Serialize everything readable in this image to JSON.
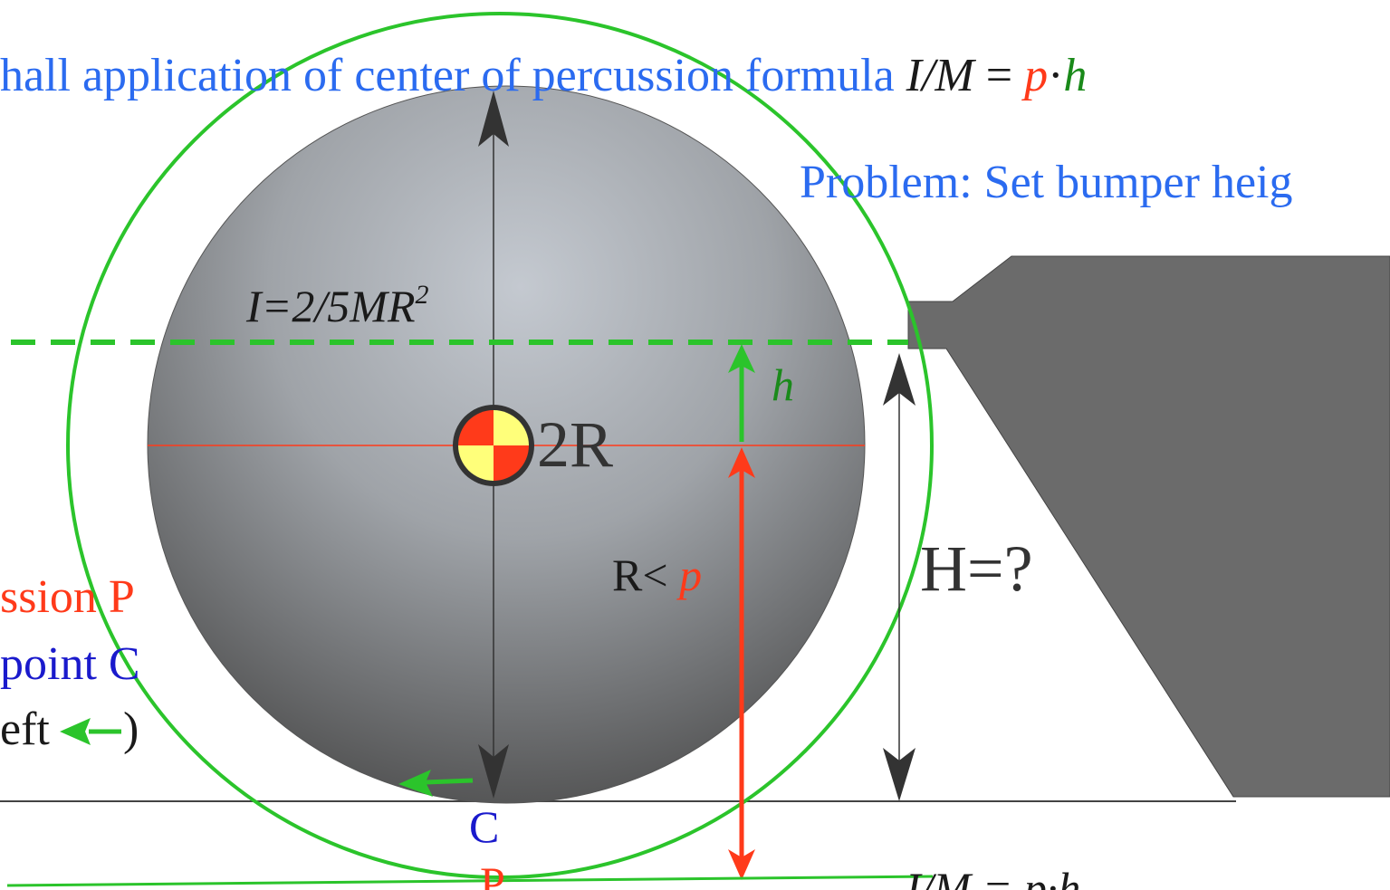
{
  "title": {
    "prefix": "hall application of center of percussion formula ",
    "I_over_M": "I/M",
    "equals": " = ",
    "p": "p",
    "dot": "·",
    "h": "h"
  },
  "problem": "Problem: Set bumper heig",
  "inertia": {
    "I": "I",
    "rest": "=2/5MR",
    "sup": "2"
  },
  "labels": {
    "h": "h",
    "two_r": "2R",
    "r_lt": "R< ",
    "p": "p",
    "H": "H=?",
    "C": "C",
    "P": "P",
    "bottom_formula": "I/M = p·h"
  },
  "left_text": {
    "line1": "ssion P",
    "line2": "point C",
    "line3_a": "eft",
    "line3_b": ")"
  },
  "colors": {
    "blue_text": "#2b6bf0",
    "green": "#2bc42b",
    "red": "#ff3a1a",
    "dark_green": "#1a8a1a",
    "bumper": "#6b6b6b",
    "arrow_dark": "#333333"
  }
}
